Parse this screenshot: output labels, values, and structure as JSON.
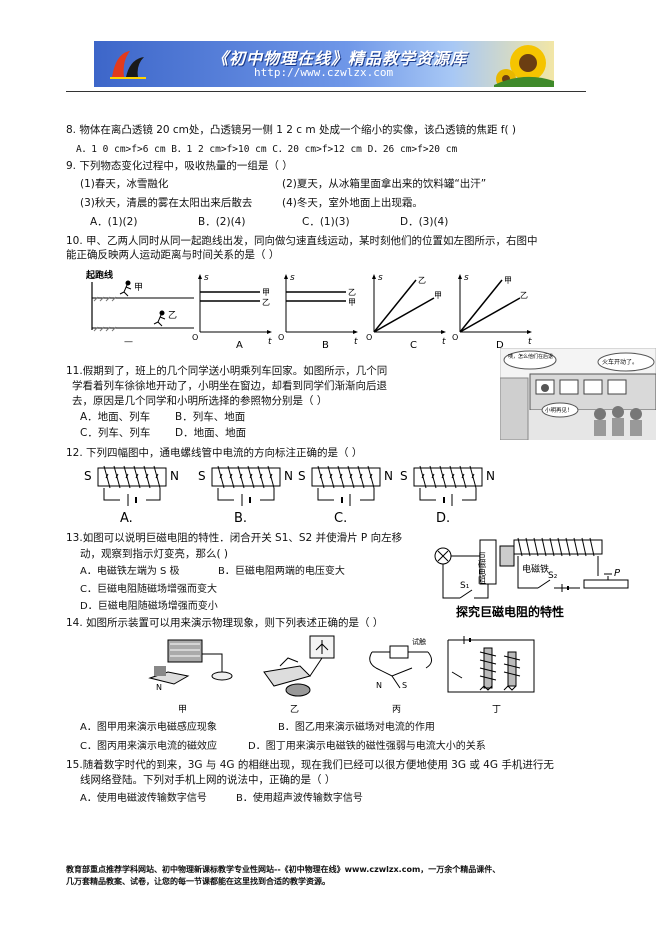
{
  "banner": {
    "title": "《初中物理在线》精品教学资源库",
    "url": "http://www.czwlzx.com"
  },
  "q8": {
    "stem": "8. 物体在离凸透镜 20 cm处，凸透镜另一侧 1 2 c m 处成一个缩小的实像，该凸透镜的焦距 f(    )",
    "options": "A．1 0 cm>f>6 cm     B．1 2 cm>f>10 cm     C．20 cm>f>12 cm     D．26 cm>f>20 cm"
  },
  "q9": {
    "stem": "9. 下列物态变化过程中，吸收热量的一组是（          ）",
    "items": [
      "(1)春天，冰雪融化",
      "(2)夏天，从冰箱里面拿出来的饮料罐“出汗”",
      "(3)秋天，清晨的雾在太阳出来后散去",
      "(4)冬天，室外地面上出现霜。"
    ],
    "options": [
      "A．(1)(2)",
      "B．(2)(4)",
      "C．(1)(3)",
      "D．(3)(4)"
    ]
  },
  "q10": {
    "stem1": "10. 甲、乙两人同时从同一起跑线出发，同向做匀速直线运动，某时刻他们的位置如左图所示，右图中",
    "stem2": "能正确反映两人运动距离与时间关系的是（    ）",
    "start_line": "起跑线",
    "jia": "甲",
    "yi": "乙",
    "s": "s",
    "t": "t",
    "o": "O",
    "dash": "—",
    "graph_labels": [
      "A",
      "B",
      "C",
      "D"
    ]
  },
  "q11": {
    "lines": [
      "11.假期到了，班上的几个同学送小明乘列车回家。如图所示，几个同",
      "学看着列车徐徐地开动了，小明坐在窗边，却看到同学们渐渐向后退",
      "去，原因是几个同学和小明所选择的参照物分别是（     ）"
    ],
    "options": [
      "A．地面、列车",
      "B．列车、地面",
      "C．列车、列车",
      "D．地面、地面"
    ],
    "bubble1": "咦，怎么他们在后退",
    "bubble2": "火车开动了。",
    "bubble3": "小明再见！"
  },
  "q12": {
    "stem": "12. 下列四幅图中，通电螺线管中电流的方向标注正确的是（     ）",
    "s": "S",
    "n": "N",
    "labels": [
      "A.",
      "B.",
      "C.",
      "D."
    ]
  },
  "q13": {
    "lines": [
      "13.如图可以说明巨磁电阻的特性．闭合开关 S1、S2 并使滑片 P 向左移",
      "动，观察到指示灯变亮，那么(     )"
    ],
    "options": [
      "A．电磁铁左端为 S 极",
      "B．巨磁电阻两端的电压变大",
      "C．巨磁电阻随磁场增强而变大",
      "D．巨磁电阻随磁场增强而变小"
    ],
    "gmr_label": "巨磁电阻",
    "em_label": "电磁铁",
    "s1": "S₁",
    "s2": "S₂",
    "p": "P",
    "caption": "探究巨磁电阻的特性"
  },
  "q14": {
    "stem": "14. 如图所示装置可以用来演示物理现象，则下列表述正确的是（     ）",
    "fig_labels": [
      "甲",
      "乙",
      "丙",
      "丁"
    ],
    "shiyan": "试触",
    "options": [
      "A．图甲用来演示电磁感应现象",
      "B．图乙用来演示磁场对电流的作用",
      "C．图丙用来演示电流的磁效应",
      "D．图丁用来演示电磁铁的磁性强弱与电流大小的关系"
    ]
  },
  "q15": {
    "lines": [
      "15.随着数字时代的到来，3G 与 4G 的相继出现，现在我们已经可以很方便地使用 3G 或 4G 手机进行无",
      "线网络登陆。下列对手机上网的说法中，正确的是（     ）"
    ],
    "options": [
      "A．使用电磁波传输数字信号",
      "B．使用超声波传输数字信号"
    ]
  },
  "footer": {
    "line1": "教育部重点推荐学科网站、初中物理新课标教学专业性网站--《初中物理在线》www.czwlzx.com，一万余个精品课件、",
    "line2": "几万套精品教案、试卷，让您的每一节课都能在这里找到合适的教学资源。"
  }
}
